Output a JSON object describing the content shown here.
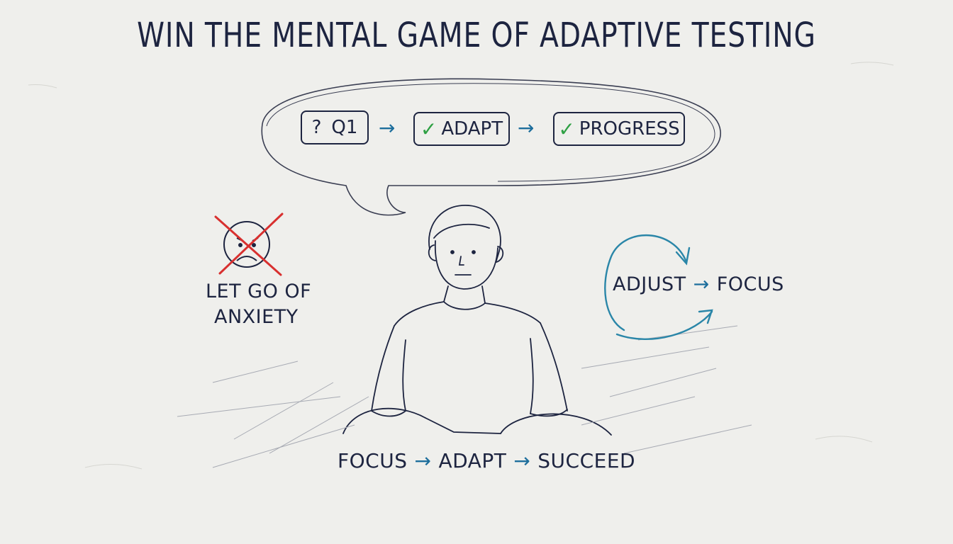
{
  "title": "WIN THE MENTAL GAME OF ADAPTIVE TESTING",
  "thought_bubble": {
    "steps": [
      {
        "icon": "?",
        "label": "Q1"
      },
      {
        "icon": "✓",
        "label": "ADAPT"
      },
      {
        "icon": "✓",
        "label": "PROGRESS"
      }
    ],
    "arrow": "→"
  },
  "anxiety": {
    "line1": "LET GO OF",
    "line2": "ANXIETY"
  },
  "cycle": {
    "from": "ADJUST",
    "to": "FOCUS",
    "arrow": "→"
  },
  "footer": {
    "words": [
      "FOCUS",
      "ADAPT",
      "SUCCEED"
    ],
    "arrow": "→"
  },
  "colors": {
    "ink": "#1d2440",
    "check": "#2ea043",
    "cross": "#d8302f",
    "cycle": "#2a86a8"
  }
}
